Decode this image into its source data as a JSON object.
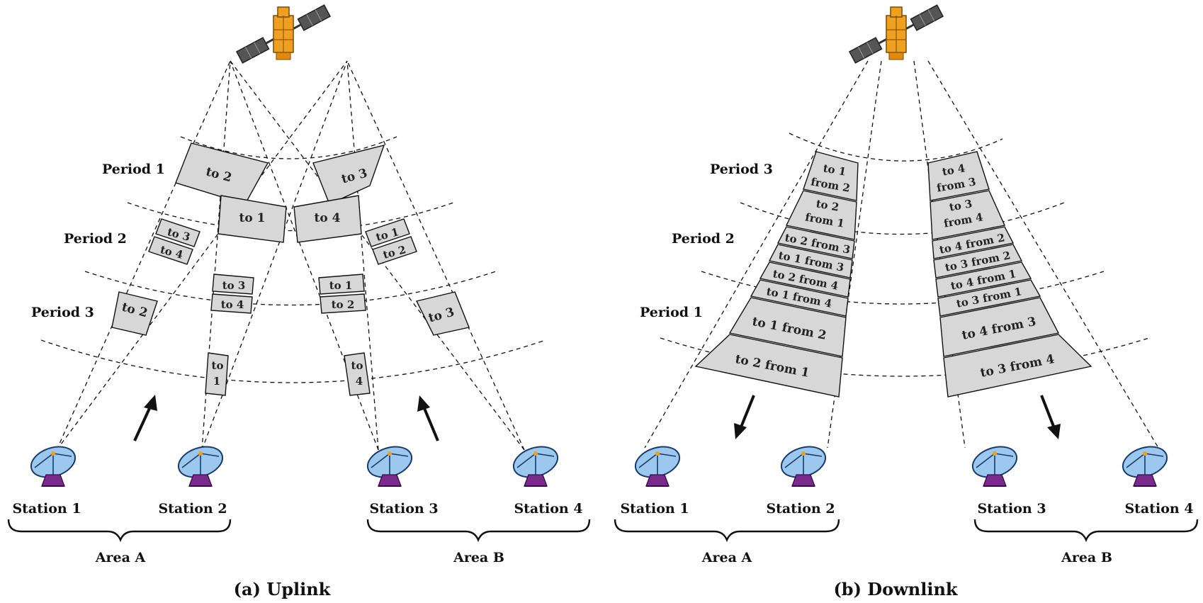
{
  "uplink": {
    "caption": "(a) Uplink",
    "periods": [
      "Period 1",
      "Period 2",
      "Period 3"
    ],
    "stations": [
      "Station 1",
      "Station 2",
      "Station 3",
      "Station 4"
    ],
    "areas": [
      "Area A",
      "Area B"
    ],
    "packets": {
      "s1": [
        "to 2",
        "to 3",
        "to 4",
        "to 2"
      ],
      "s2": [
        "to 1",
        "to 3",
        "to 4",
        "to",
        "1"
      ],
      "s3": [
        "to 4",
        "to 1",
        "to 2",
        "to",
        "4"
      ],
      "s4": [
        "to 3",
        "to 1",
        "to 2",
        "to 3"
      ]
    }
  },
  "downlink": {
    "caption": "(b) Downlink",
    "periods": [
      "Period 3",
      "Period 2",
      "Period 1"
    ],
    "stations": [
      "Station 1",
      "Station 2",
      "Station 3",
      "Station 4"
    ],
    "areas": [
      "Area A",
      "Area B"
    ],
    "left_beam": [
      "to 1",
      "from 2",
      "to 2",
      "from 1",
      "to 2 from 3",
      "to 1 from 3",
      "to 2 from 4",
      "to 1 from 4",
      "to 1 from 2",
      "to 2 from 1"
    ],
    "right_beam": [
      "to 4",
      "from 3",
      "to 3",
      "from 4",
      "to 4 from 2",
      "to 3 from 2",
      "to 4 from 1",
      "to 3 from 1",
      "to 4 from 3",
      "to 3 from 4"
    ]
  },
  "colors": {
    "satellite_body": "#f0a020",
    "solar_panel": "#555555",
    "dish": "#9cc8f0",
    "dish_stand": "#7a2a8a",
    "packet_fill": "#d7d7d7"
  },
  "icons": {
    "satellite": "satellite-icon",
    "dish": "dish-antenna-icon"
  }
}
